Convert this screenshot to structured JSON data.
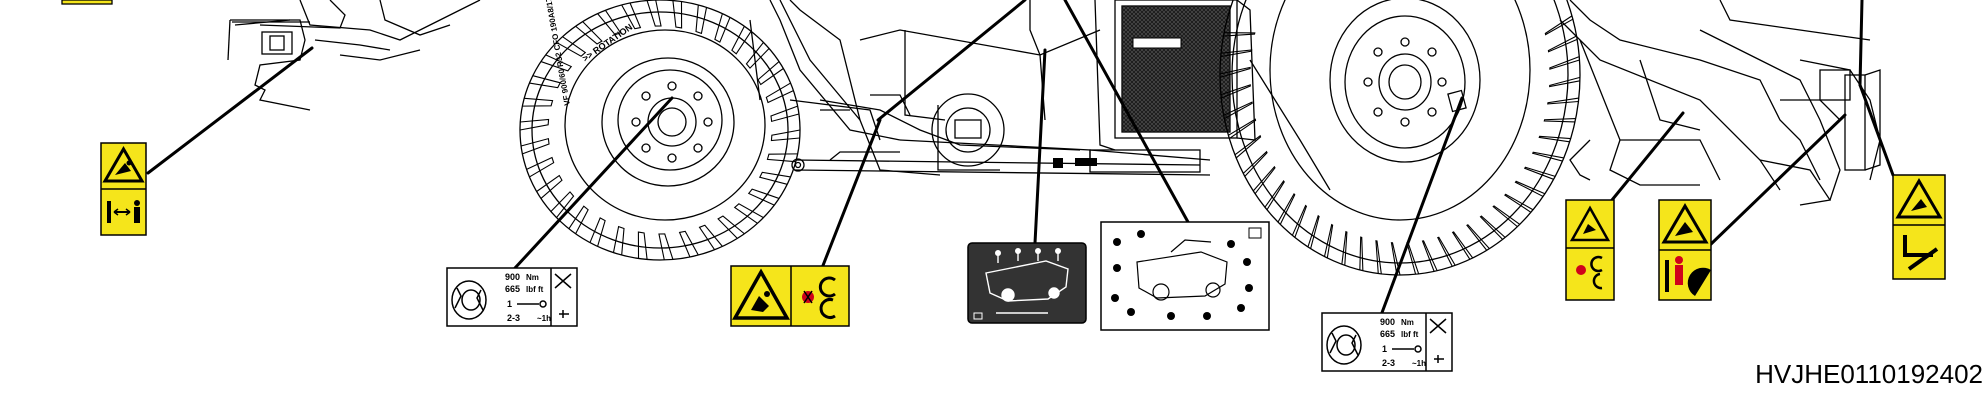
{
  "document_id": "HVJHE0110192402",
  "colors": {
    "warning_yellow": "#f5e51b",
    "line": "#000000",
    "decal_dark": "#333333",
    "safety_red": "#d0021b"
  },
  "tire_text": {
    "rotation": ">> ROTATION",
    "inflate": "VF 900/60 R32 CFO 190A8/176D"
  },
  "torque_decal_left": {
    "value_nm": "900",
    "unit_nm": "Nm",
    "value_lbf": "665",
    "unit_lbf": "lbf ft",
    "step1": "1",
    "step2": "2-3",
    "tool_note": "~1h"
  },
  "torque_decal_right": {
    "value_nm": "900",
    "unit_nm": "Nm",
    "value_lbf": "665",
    "unit_lbf": "lbf ft",
    "step1": "1",
    "step2": "2-3",
    "tool_note": "~1h"
  },
  "icons": [
    "crush-hazard-warning-icon",
    "keep-distance-icon",
    "entanglement-hazard-icon",
    "rotating-parts-icon",
    "torque-wrench-icon",
    "wheel-nut-icon",
    "fall-hazard-icon",
    "hand-pinch-icon"
  ]
}
